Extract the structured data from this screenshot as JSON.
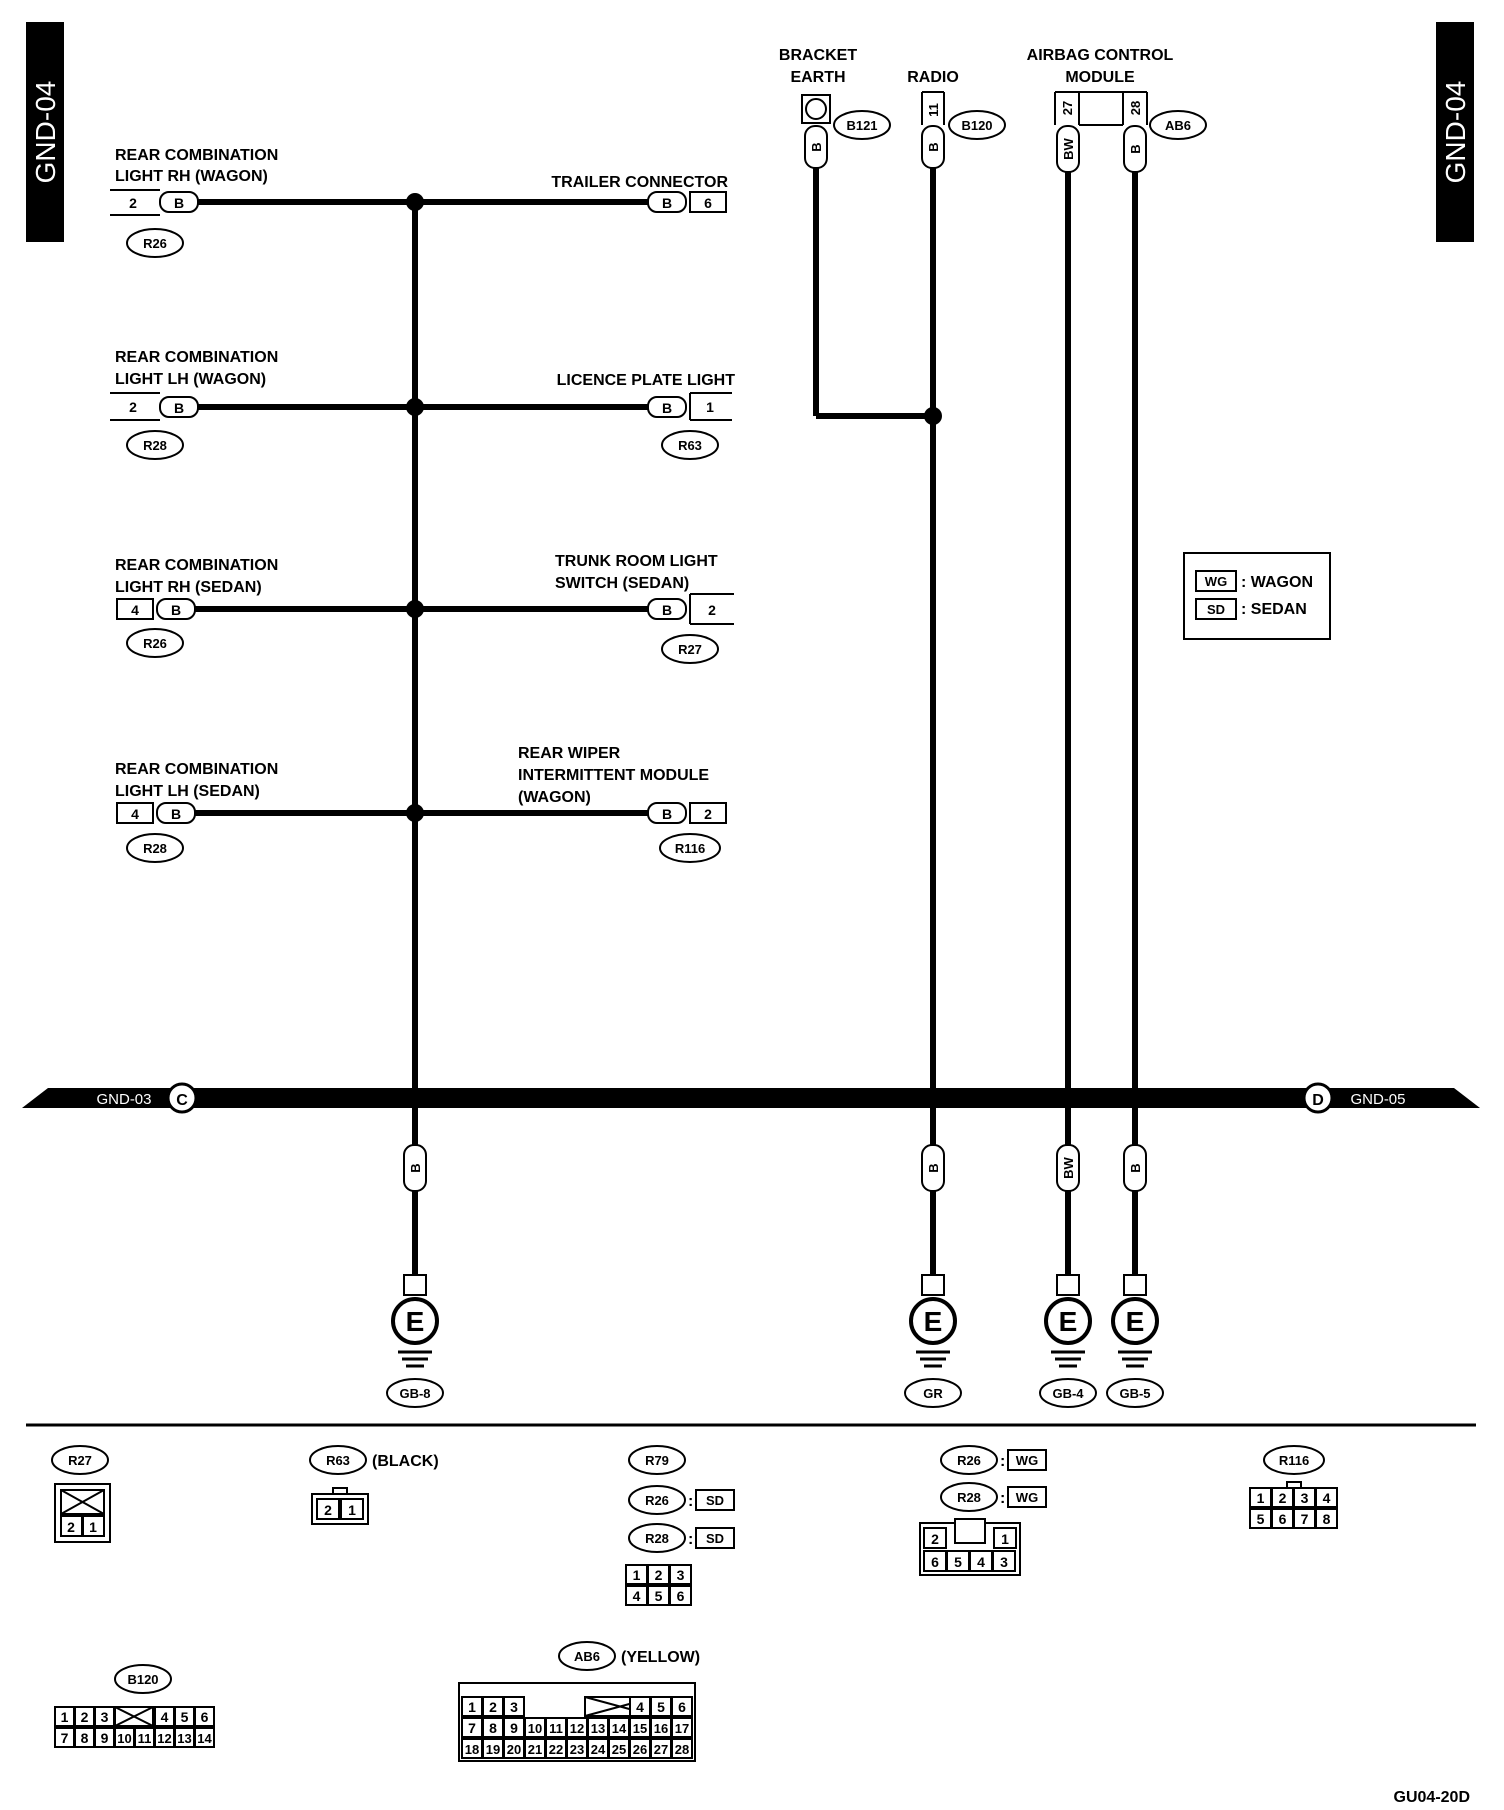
{
  "page_tag": "GND-04",
  "figure_code": "GU04-20D",
  "legend": [
    {
      "code": "WG",
      "meaning": ": WAGON"
    },
    {
      "code": "SD",
      "meaning": ": SEDAN"
    }
  ],
  "bus": {
    "left_ref": "C",
    "left_label": "GND-03",
    "right_ref": "D",
    "right_label": "GND-05"
  },
  "left_components": [
    {
      "line1": "REAR COMBINATION",
      "line2": "LIGHT RH (WAGON)",
      "pin": "2",
      "color": "B",
      "conn": "R26"
    },
    {
      "line1": "REAR COMBINATION",
      "line2": "LIGHT LH (WAGON)",
      "pin": "2",
      "color": "B",
      "conn": "R28"
    },
    {
      "line1": "REAR COMBINATION",
      "line2": "LIGHT RH (SEDAN)",
      "pin": "4",
      "color": "B",
      "conn": "R26"
    },
    {
      "line1": "REAR COMBINATION",
      "line2": "LIGHT LH (SEDAN)",
      "pin": "4",
      "color": "B",
      "conn": "R28"
    }
  ],
  "right_components": [
    {
      "lines": [
        "TRAILER CONNECTOR"
      ],
      "color": "B",
      "pin": "6",
      "conn": ""
    },
    {
      "lines": [
        "LICENCE PLATE LIGHT"
      ],
      "color": "B",
      "pin": "1",
      "conn": "R63"
    },
    {
      "lines": [
        "TRUNK ROOM LIGHT",
        "SWITCH (SEDAN)"
      ],
      "color": "B",
      "pin": "2",
      "conn": "R27"
    },
    {
      "lines": [
        "REAR WIPER",
        "INTERMITTENT MODULE",
        "(WAGON)"
      ],
      "color": "B",
      "pin": "2",
      "conn": "R116"
    }
  ],
  "top_components": {
    "bracket": {
      "line1": "BRACKET",
      "line2": "EARTH",
      "conn": "B121",
      "color": "B"
    },
    "radio": {
      "line1": "RADIO",
      "pin": "11",
      "conn": "B120",
      "color": "B"
    },
    "airbag": {
      "line1": "AIRBAG CONTROL",
      "line2": "MODULE",
      "pin_a": "27",
      "pin_b": "28",
      "conn": "AB6",
      "color_a": "BW",
      "color_b": "B"
    }
  },
  "grounds": [
    {
      "wire": "B",
      "symbol": "E",
      "id": "GB-8"
    },
    {
      "wire": "B",
      "symbol": "E",
      "id": "GR"
    },
    {
      "wire": "BW",
      "symbol": "E",
      "id": "GB-4"
    },
    {
      "wire": "B",
      "symbol": "E",
      "id": "GB-5"
    }
  ],
  "connector_views": {
    "r27": {
      "id": "R27",
      "pins": [
        "2",
        "1"
      ]
    },
    "r63": {
      "id": "R63",
      "note": "(BLACK)",
      "pins": [
        "2",
        "1"
      ]
    },
    "r79": {
      "id": "R79",
      "alt1": "R26",
      "alt1_tag": "SD",
      "alt2": "R28",
      "alt2_tag": "SD",
      "row1": [
        "1",
        "2",
        "3"
      ],
      "row2": [
        "4",
        "5",
        "6"
      ]
    },
    "r26wg": {
      "id": "R26",
      "tag": "WG",
      "alt": "R28",
      "alt_tag": "WG",
      "row1": [
        "2",
        "1"
      ],
      "row2": [
        "6",
        "5",
        "4",
        "3"
      ]
    },
    "r116": {
      "id": "R116",
      "row1": [
        "1",
        "2",
        "3",
        "4"
      ],
      "row2": [
        "5",
        "6",
        "7",
        "8"
      ]
    },
    "b120": {
      "id": "B120",
      "row1": [
        "1",
        "2",
        "3",
        "4",
        "5",
        "6"
      ],
      "row2": [
        "7",
        "8",
        "9",
        "10",
        "11",
        "12",
        "13",
        "14"
      ]
    },
    "ab6": {
      "id": "AB6",
      "note": "(YELLOW)",
      "row1": [
        "1",
        "2",
        "3",
        "4",
        "5",
        "6"
      ],
      "row2": [
        "7",
        "8",
        "9",
        "10",
        "11",
        "12",
        "13",
        "14",
        "15",
        "16",
        "17"
      ],
      "row3": [
        "18",
        "19",
        "20",
        "21",
        "22",
        "23",
        "24",
        "25",
        "26",
        "27",
        "28"
      ]
    }
  }
}
